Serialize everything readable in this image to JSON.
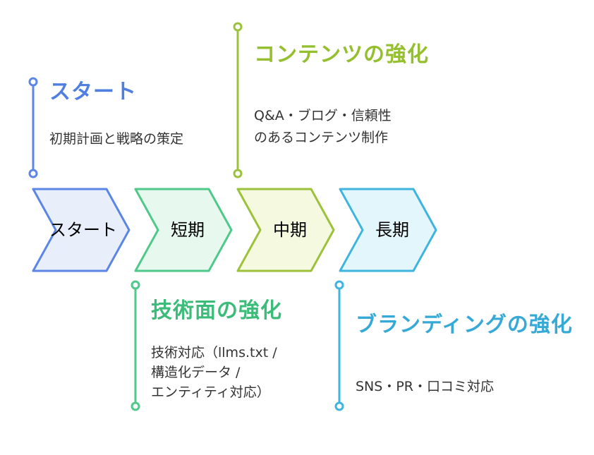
{
  "phases": [
    {
      "label": "スタート",
      "fill": "#e8eefa",
      "stroke": "#5b86e5"
    },
    {
      "label": "短期",
      "fill": "#e7f8ee",
      "stroke": "#4fc98a"
    },
    {
      "label": "中期",
      "fill": "#f4f9e0",
      "stroke": "#9cc23c"
    },
    {
      "label": "長期",
      "fill": "#e3f6fb",
      "stroke": "#3eb4de"
    }
  ],
  "milestones": {
    "start": {
      "title": "スタート",
      "desc": "初期計画と戦略の策定",
      "color": "#4f7fe0"
    },
    "content": {
      "title": "コンテンツの強化",
      "desc_lines": [
        "Q&A・ブログ・信頼性",
        "のあるコンテンツ制作"
      ],
      "color": "#94bf2e"
    },
    "technical": {
      "title": "技術面の強化",
      "desc_lines": [
        "技術対応（llms.txt /",
        "構造化データ /",
        "エンティティ対応）"
      ],
      "color": "#3cbc79"
    },
    "branding": {
      "title": "ブランディングの強化",
      "desc": "SNS・PR・口コミ対応",
      "color": "#37a9d6"
    }
  }
}
